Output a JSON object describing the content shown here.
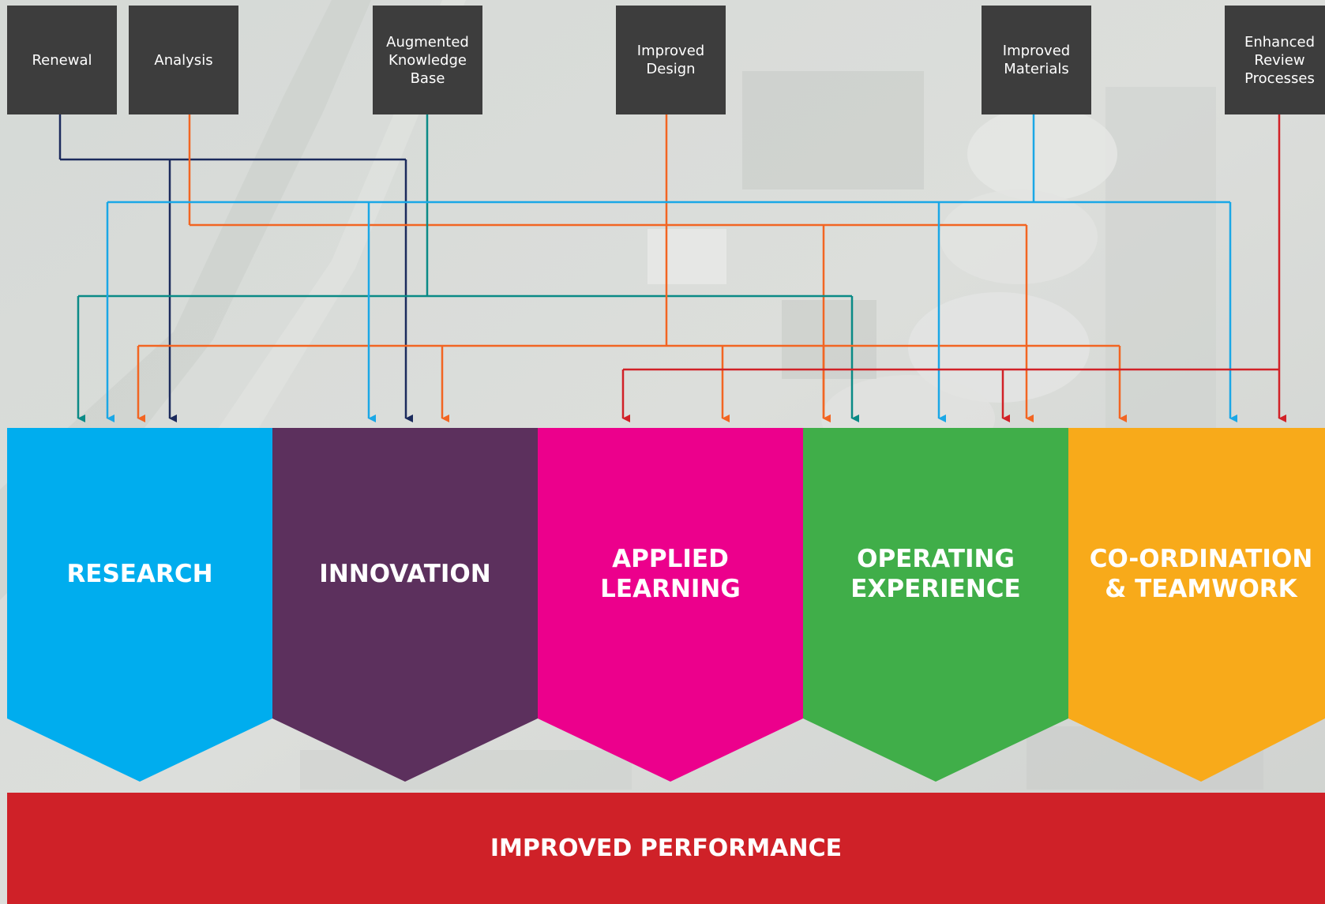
{
  "inputs": [
    {
      "id": "renewal",
      "label": "Renewal",
      "color": "#1b2a5c"
    },
    {
      "id": "analysis",
      "label": "Analysis",
      "color": "#f26522"
    },
    {
      "id": "augmented-knowledge-base",
      "label": "Augmented\nKnowledge\nBase",
      "color": "#0a8a86"
    },
    {
      "id": "improved-design",
      "label": "Improved\nDesign",
      "color": "#f26522"
    },
    {
      "id": "improved-materials",
      "label": "Improved\nMaterials",
      "color": "#1aa7e6"
    },
    {
      "id": "enhanced-review-processes",
      "label": "Enhanced\nReview\nProcesses",
      "color": "#d12127"
    }
  ],
  "pillars": [
    {
      "id": "research",
      "label": "RESEARCH",
      "color": "#00adee"
    },
    {
      "id": "innovation",
      "label": "INNOVATION",
      "color": "#5c305d"
    },
    {
      "id": "applied-learning",
      "label": "APPLIED\nLEARNING",
      "color": "#ec008c"
    },
    {
      "id": "operating-experience",
      "label": "OPERATING\nEXPERIENCE",
      "color": "#40ae49"
    },
    {
      "id": "co-ordination-teamwork",
      "label": "CO-ORDINATION\n& TEAMWORK",
      "color": "#f8aa1a"
    }
  ],
  "connections": [
    {
      "from": "renewal",
      "to": [
        "research",
        "innovation"
      ]
    },
    {
      "from": "analysis",
      "to": [
        "operating-experience",
        "co-ordination-teamwork"
      ]
    },
    {
      "from": "augmented-knowledge-base",
      "to": [
        "research",
        "operating-experience"
      ]
    },
    {
      "from": "improved-design",
      "to": [
        "research",
        "innovation",
        "applied-learning",
        "operating-experience",
        "co-ordination-teamwork"
      ]
    },
    {
      "from": "improved-materials",
      "to": [
        "research",
        "innovation",
        "operating-experience",
        "co-ordination-teamwork"
      ]
    },
    {
      "from": "enhanced-review-processes",
      "to": [
        "applied-learning",
        "co-ordination-teamwork"
      ]
    }
  ],
  "result": {
    "label": "IMPROVED PERFORMANCE",
    "color": "#cf2128"
  }
}
